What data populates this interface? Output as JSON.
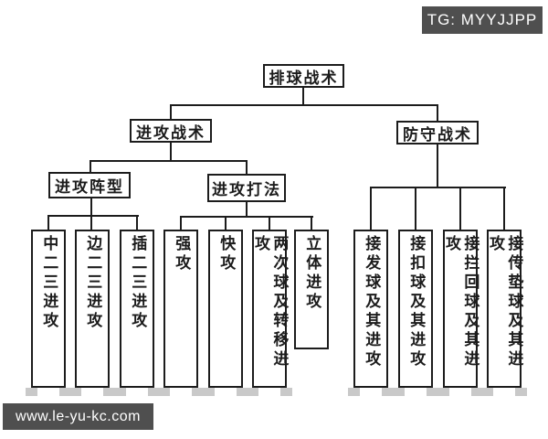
{
  "watermarks": {
    "top": "TG: MYYJJPP",
    "bottom": "www.le-yu-kc.com"
  },
  "tree": {
    "root": "排球战术",
    "offense": "进攻战术",
    "defense": "防守战术",
    "formation": "进攻阵型",
    "playstyle": "进攻打法",
    "formation_children": [
      "中二三进攻",
      "边二三进攻",
      "插二三进攻"
    ],
    "playstyle_children": [
      "强攻",
      "快攻",
      "两次球及转移进攻",
      "立体进攻"
    ],
    "defense_children": [
      "接发球及其进攻",
      "接扣球及其进攻",
      "接拦回球及其进攻",
      "接传垫球及其进攻"
    ]
  },
  "colors": {
    "line": "#1c1c1c",
    "background": "#ffffff",
    "watermark_bg": "#4f4f4f",
    "watermark_text": "#ffffff",
    "smudge": "#c9c9c9"
  }
}
